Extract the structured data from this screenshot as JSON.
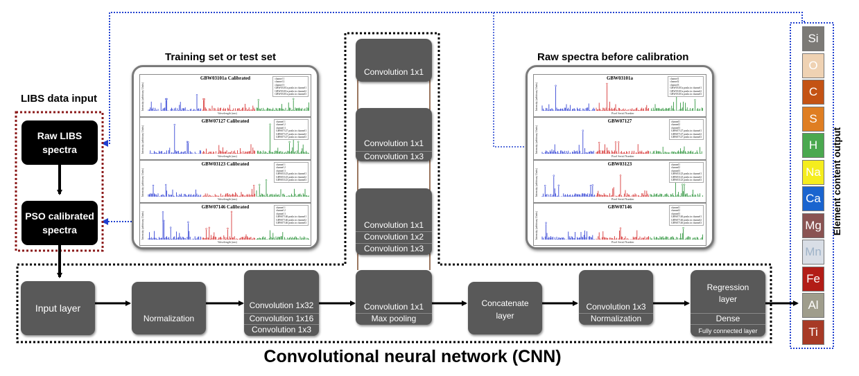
{
  "libs_input": {
    "title": "LIBS data input",
    "raw": "Raw LIBS spectra",
    "pso": "PSO calibrated spectra"
  },
  "training": {
    "title": "Training set or test set",
    "xlabel": "Wavelength (nm)",
    "ylabel": "Intensity (arbitrary Units)",
    "panels": [
      {
        "title": "GBW03101a Calibrated",
        "legend": [
          "channel 1",
          "channel 2",
          "channel 3",
          "GBW03101a peaks in channel1",
          "GBW03101a peaks in channel2",
          "GBW03101a peaks in channel3"
        ]
      },
      {
        "title": "GBW07127 Calibrated",
        "legend": [
          "channel 1",
          "channel 2",
          "channel 3",
          "GBW07127 peaks in channel1",
          "GBW07127 peaks in channel2",
          "GBW07127 peaks in channel3"
        ]
      },
      {
        "title": "GBW03123 Calibrated",
        "legend": [
          "channel 1",
          "channel 2",
          "channel 3",
          "GBW03123 peaks in channel1",
          "GBW03123 peaks in channel2",
          "GBW03123 peaks in channel3"
        ]
      },
      {
        "title": "GBW07146 Calibrated",
        "legend": [
          "channel 1",
          "channel 2",
          "channel 3",
          "GBW07146 peaks in channel1",
          "GBW07146 peaks in channel2",
          "GBW07146 peaks in channel3"
        ]
      }
    ]
  },
  "raw_spectra": {
    "title": "Raw spectra before calibration",
    "xlabel": "Pixel Serial Number",
    "ylabel": "Intensity (arbitrary Units)",
    "panels": [
      {
        "title": "GBW03101a",
        "legend": [
          "channel1",
          "channel2",
          "channel3",
          "GBW03101a peaks in channel1",
          "GBW03101a peaks in channel2",
          "GBW03101a peaks in channel3"
        ]
      },
      {
        "title": "GBW07127",
        "legend": [
          "channel1",
          "channel2",
          "channel3",
          "GBW07127 peaks in channel1",
          "GBW07127 peaks in channel2",
          "GBW07127 peaks in channel3"
        ]
      },
      {
        "title": "GBW03123",
        "legend": [
          "channel1",
          "channel2",
          "channel3",
          "GBW03123 peaks in channel1",
          "GBW03123 peaks in channel2",
          "GBW03123 peaks in channel3"
        ]
      },
      {
        "title": "GBW07146",
        "legend": [
          "channel1",
          "channel2",
          "channel3",
          "GBW07146 peaks in channel1",
          "GBW07146 peaks in channel2",
          "GBW07146 peaks in channel3"
        ]
      }
    ]
  },
  "inception": {
    "b1": [
      "Convolution 1x1"
    ],
    "b2": [
      "Convolution 1x1",
      "Convolution 1x3"
    ],
    "b3": [
      "Convolution 1x1",
      "Convolution 1x2",
      "Convolution 1x3"
    ]
  },
  "cnn": {
    "input": "Input layer",
    "norm": "Normalization",
    "conv": [
      "Convolution 1x32",
      "Convolution 1x16",
      "Convolution 1x3"
    ],
    "pool": [
      "Convolution 1x1",
      "Max pooling"
    ],
    "concat": "Concatenate layer",
    "conv2": [
      "Convolution 1x3",
      "Normalization"
    ],
    "reg": [
      "Regression layer",
      "Dense",
      "Fully connected layer"
    ],
    "title": "Convolutional neural network (CNN)"
  },
  "elements": {
    "title": "Element content output",
    "items": [
      {
        "symbol": "Si",
        "color": "#7c7a76"
      },
      {
        "symbol": "O",
        "color": "#efd2b3"
      },
      {
        "symbol": "C",
        "color": "#c45314"
      },
      {
        "symbol": "S",
        "color": "#df7e22"
      },
      {
        "symbol": "H",
        "color": "#4aa84f"
      },
      {
        "symbol": "Na",
        "color": "#f5ed1e"
      },
      {
        "symbol": "Ca",
        "color": "#1a64cf"
      },
      {
        "symbol": "Mg",
        "color": "#8a5352"
      },
      {
        "symbol": "Mn",
        "color": "#d9dee6"
      },
      {
        "symbol": "Fe",
        "color": "#b21d17"
      },
      {
        "symbol": "Al",
        "color": "#9f9d8c"
      },
      {
        "symbol": "Ti",
        "color": "#a73a26"
      }
    ]
  }
}
